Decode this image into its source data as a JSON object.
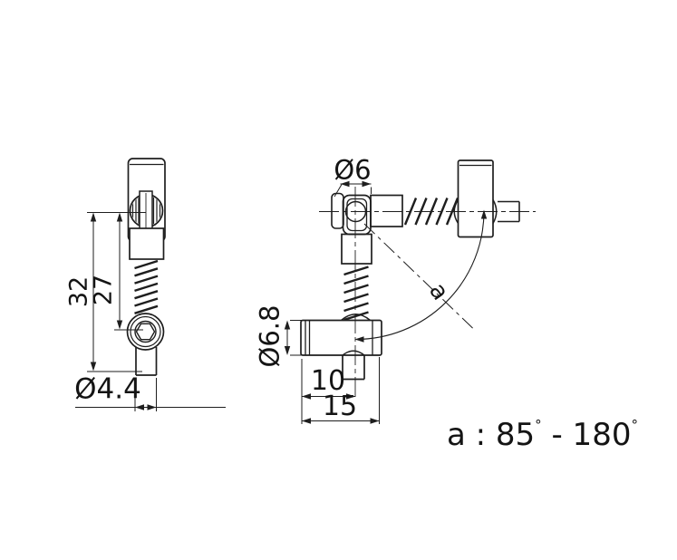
{
  "colors": {
    "line": "#1e1e1e",
    "background": "#ffffff",
    "text": "#141414"
  },
  "front_view": {
    "dim_overall_length": "32",
    "dim_center_to_hex": "27",
    "dim_stem_diameter": "Ø4.4"
  },
  "side_view": {
    "dim_knob_diameter": "Ø6",
    "dim_body_diameter": "Ø6.8",
    "dim_stub_offset": "10",
    "dim_body_length": "15",
    "angle_label": "a"
  },
  "angle_note": {
    "prefix": "a : 85",
    "degree": "°",
    "range": " - 180",
    "degree2": "°"
  }
}
